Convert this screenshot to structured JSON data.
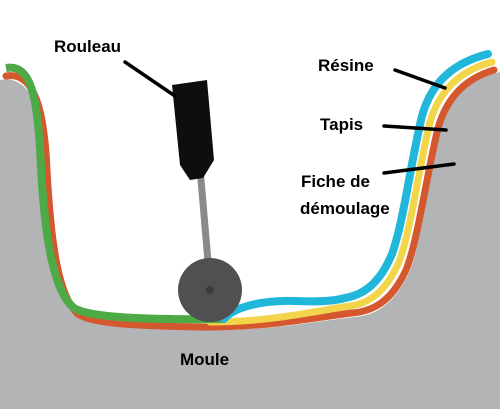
{
  "labels": {
    "rouleau": "Rouleau",
    "resine": "Résine",
    "tapis": "Tapis",
    "fiche_line1": "Fiche de",
    "fiche_line2": "démoulage",
    "moule": "Moule"
  },
  "colors": {
    "mold": "#b3b4b6",
    "release_sheet": "#d4572e",
    "mat": "#f2d54a",
    "resin": "#21b7db",
    "resin_before_roll": "#4eaa46",
    "roller_wheel": "#505050",
    "roller_shaft": "#8a8a8a",
    "roller_handle": "#0e0e0e",
    "leader_line": "#000000"
  }
}
